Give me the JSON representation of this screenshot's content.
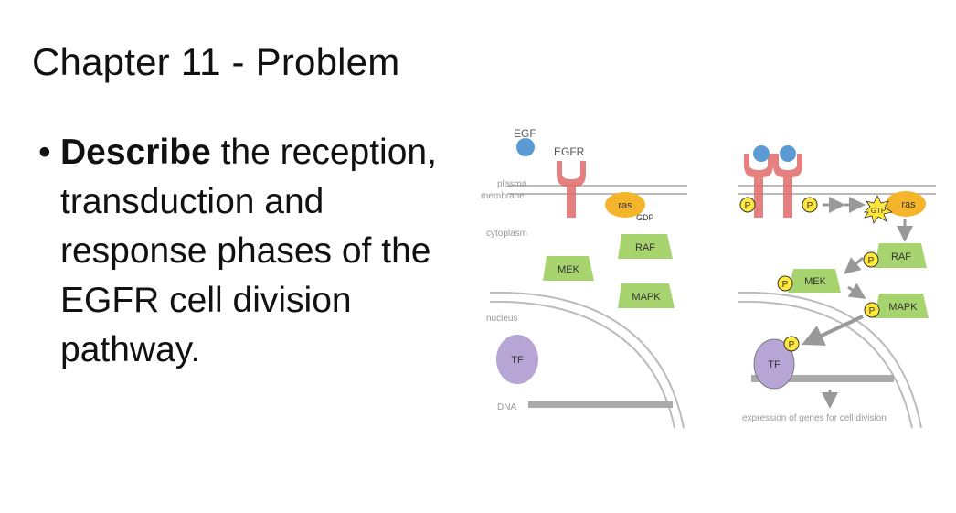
{
  "slide": {
    "title": "Chapter 11 - Problem",
    "bullet_bold": "Describe",
    "bullet_rest": " the reception, transduction and response phases of the EGFR cell division pathway."
  },
  "diagram_left": {
    "egf": "EGF",
    "egfr": "EGFR",
    "plasma": "plasma",
    "membrane": "membrane",
    "ras": "ras",
    "gdp": "GDP",
    "cytoplasm": "cytoplasm",
    "raf": "RAF",
    "mek": "MEK",
    "mapk": "MAPK",
    "nucleus": "nucleus",
    "tf": "TF",
    "dna": "DNA"
  },
  "diagram_right": {
    "p": "P",
    "gtp": "GTP",
    "ras": "ras",
    "raf": "RAF",
    "mek": "MEK",
    "mapk": "MAPK",
    "tf": "TF",
    "expression": "expression of genes for cell division"
  },
  "colors": {
    "receptor": "#e06a6a",
    "ligand": "#5b9bd5",
    "ras": "#f5b52a",
    "kinase": "#a8d46f",
    "tf": "#b7a5d6",
    "phosphate": "#ffe83a",
    "arrow": "#999999",
    "membrane_line": "#bbbbbb"
  }
}
